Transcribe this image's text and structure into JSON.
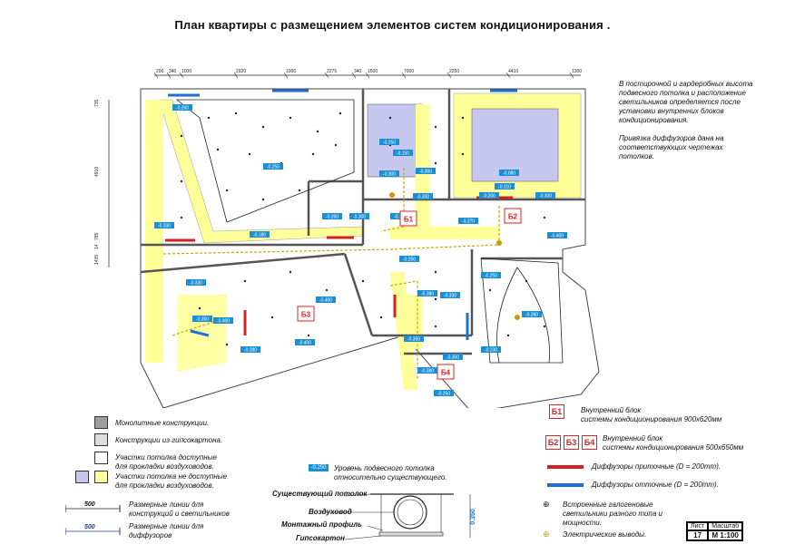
{
  "title": "План квартиры с размещением элементов систем кондиционирования .",
  "note": "В постирочной и гардеробных высота подвесного потолка и расположение светильников определяется после установки внутренних блоков кондиционирования.\n\nПривязка диффузоров дана на соответствующих чертежах потолков.",
  "plan": {
    "top_dims": [
      "200",
      "340",
      "1000",
      "2920",
      "1000",
      "2275",
      "340",
      "1500",
      "7000",
      "2250",
      "4410",
      "1300"
    ],
    "left_dims": [
      "735",
      "4910",
      "785",
      "14",
      "1435"
    ],
    "levels": [
      "-0.260",
      "-0.250",
      "-0.260",
      "-0.300",
      "-0.250",
      "-0.150",
      "-0.250",
      "-0.300",
      "-0.080",
      "-0.110",
      "-0.200",
      "-0.300",
      "-0.330",
      "-0.180",
      "-0.300",
      "-0.300",
      "-0.270",
      "-0.400",
      "-0.400",
      "-0.380",
      "-0.330",
      "-0.250",
      "-0.260",
      "-0.350",
      "-0.230",
      "-0.280",
      "-0.250",
      "-0.400",
      "-0.350",
      "-0.250",
      "-0.330",
      "-0.300",
      "-0.380",
      "-0.400"
    ],
    "units": [
      "Б1",
      "Б2",
      "Б3",
      "Б4"
    ]
  },
  "legend": {
    "monolith": "Монолитные конструкции.",
    "gypsum": "Конструкции из гипсокартона.",
    "accessible": "Участки потолка доступные\nдля прокладки воздуховодов.",
    "not_accessible": "Участки потолка не доступные\nдля прокладки воздуховодов.",
    "dim_val_1": "500",
    "dim_text_1": "Размерные линии для\nконструкций и светильников",
    "dim_val_2": "500",
    "dim_text_2": "Размерные линии для\nдиффузоров",
    "level_sample": "-0.250",
    "level_text": "Уровень подвесного потолка\nотносительно существующего.",
    "b1": "Б1",
    "b1_text": "Внутренний блок\nсистемы кондиционирования 900x620мм",
    "b2": "Б2",
    "b3": "Б3",
    "b4": "Б4",
    "b234_text": "Внутренний блок\nсистемы кондиционирования 500x650мм",
    "supply_text": "Диффузоры приточные (D = 200mm).",
    "exhaust_text": "Диффузоры отточные (D = 200mm).",
    "lights_text": "Встроенные галогеновые\nсветильники разного типа и\nмощности.",
    "outlets_text": "Электрические выводы."
  },
  "section": {
    "ceiling": "Существующий потолок",
    "duct": "Воздуховод",
    "profile": "Монтажный профиль",
    "gypsum": "Гипсокартон",
    "height": "0.350"
  },
  "stamp": {
    "sheet_label": "Лист",
    "scale_label": "Масштаб",
    "sheet": "17",
    "scale": "M 1:100"
  },
  "colors": {
    "yellow": "#ffff99",
    "blue": "#bfc3ec",
    "gray": "#9e9e9e",
    "supply": "#d42020",
    "exhaust": "#1f6fd0",
    "level": "#1b8fd6"
  }
}
